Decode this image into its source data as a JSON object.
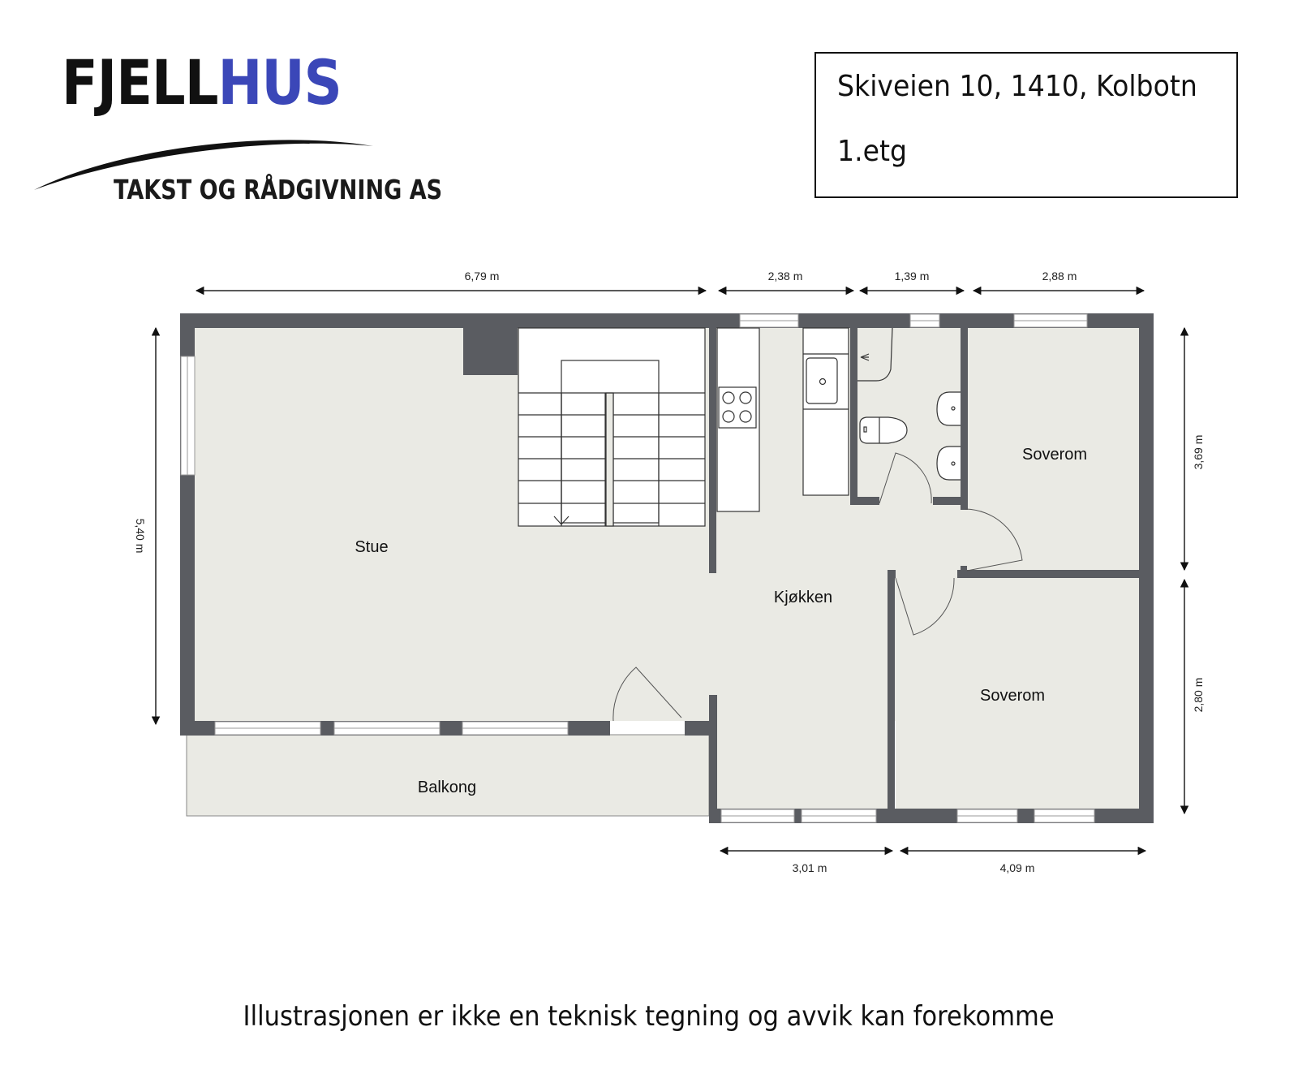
{
  "logo": {
    "word_dark": "FJELL",
    "word_blue": "HUS",
    "subtitle": "TAKST OG RÅDGIVNING AS",
    "colors": {
      "dark": "#111111",
      "blue": "#3b47b8"
    }
  },
  "address_box": {
    "address": "Skiveien 10, 1410, Kolbotn",
    "floor": "1.etg"
  },
  "floorplan": {
    "colors": {
      "wall": "#5a5c61",
      "floor": "#eaeae4",
      "fixture": "#ffffff",
      "line": "#333333"
    },
    "rooms": {
      "stue": "Stue",
      "kjokken": "Kjøkken",
      "soverom_top": "Soverom",
      "soverom_bottom": "Soverom",
      "balkong": "Balkong"
    },
    "dimensions": {
      "top": [
        "6,79 m",
        "2,38 m",
        "1,39 m",
        "2,88 m"
      ],
      "left": "5,40 m",
      "right_top": "3,69 m",
      "right_bottom": "2,80 m",
      "bottom": [
        "3,01 m",
        "4,09 m"
      ]
    }
  },
  "disclaimer": "Illustrasjonen er ikke en teknisk tegning og avvik kan forekomme"
}
